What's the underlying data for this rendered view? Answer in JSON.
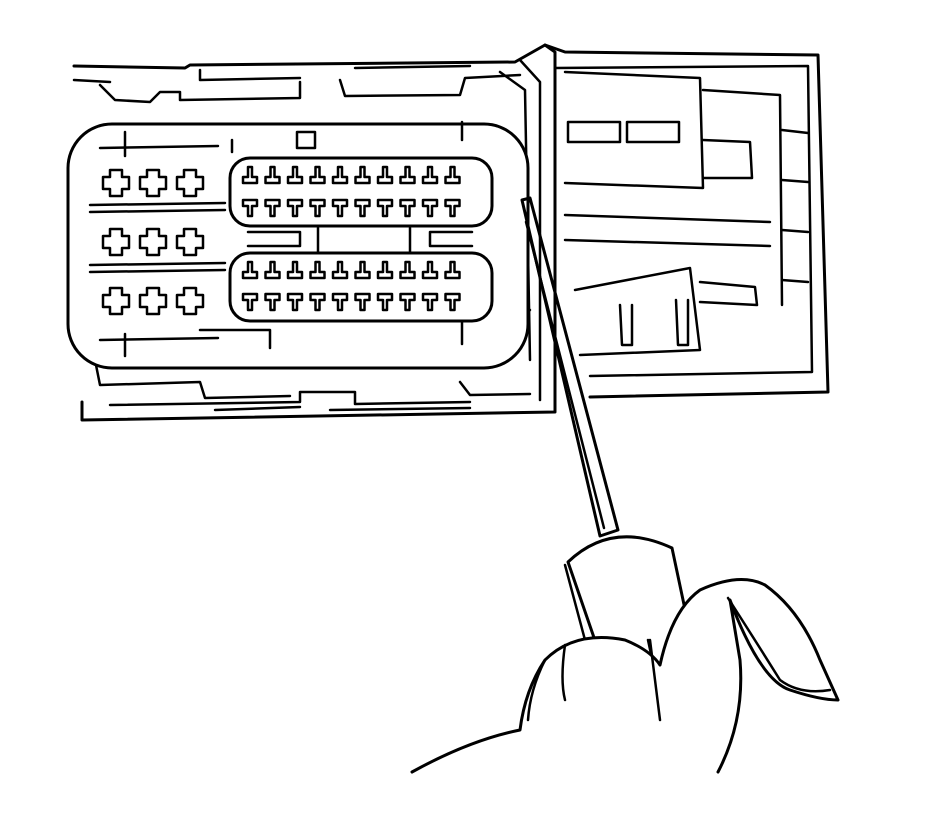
{
  "illustration": {
    "background": "#ffffff",
    "line_color": "#000000",
    "connector": {
      "upper_terminal_row_1": 10,
      "upper_terminal_row_2": 10,
      "lower_terminal_row_1": 10,
      "lower_terminal_row_2": 10,
      "large_cavity_rows": 3,
      "large_cavity_columns": 3
    },
    "tool": "screwdriver-icon",
    "hand": "hand-icon"
  }
}
